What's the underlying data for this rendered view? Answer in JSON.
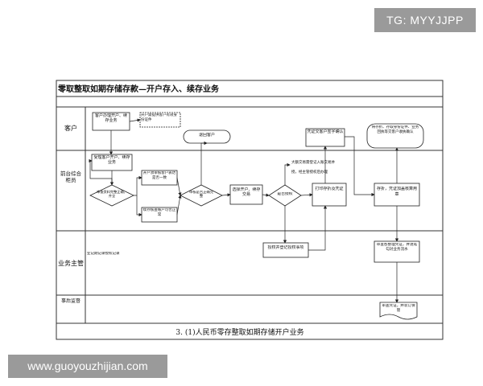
{
  "watermark_top": "TG: MYYJJPP",
  "watermark_bottom": "www.guoyouzhijian.com",
  "diagram": {
    "title": "零取整取如期存储存款—开户存入、续存业务",
    "caption": "3. (1)人民币零存整取如期存储开户业务",
    "lanes": {
      "customer": "客户",
      "teller": "前台综合柜员",
      "supervisor": "业务主管",
      "post_supervision": "事后监督"
    },
    "nodes": {
      "cust_start": "客户办理开户、续存业务",
      "cust_note": "开户需提供客户有效身份证件",
      "return_customer": "退回客户",
      "cust_sign_confirm": "凭证交客户签字确认",
      "cust_receive": "将存折、存取身份证件、业务回执等交客户收执确认",
      "teller_accept": "受理客户开户、续存业务",
      "teller_review": "审查资料完整正确，齐全",
      "teller_open_check": "开户须审核客户表达是否一致",
      "teller_renew_check": "续存核查账户可否正常",
      "teller_decision1": "审核是否正确完整",
      "teller_choose": "选择开户、续存交易",
      "teller_need_auth": "是否授权",
      "teller_auth_note1": "大额交易需登记入账交易并",
      "teller_auth_note2": "授，经主管授权后办理",
      "teller_print": "打印存折及凭证",
      "teller_archive": "存折，凭证加盖核算用章",
      "supervisor_authorize": "授权并登记授权事项",
      "supervisor_register": "业记期记录授权记录",
      "supervisor_review": "审查各整理凭证，并逐笔勾对业务流水",
      "post_check": "审查凭证，并装订保管"
    }
  }
}
